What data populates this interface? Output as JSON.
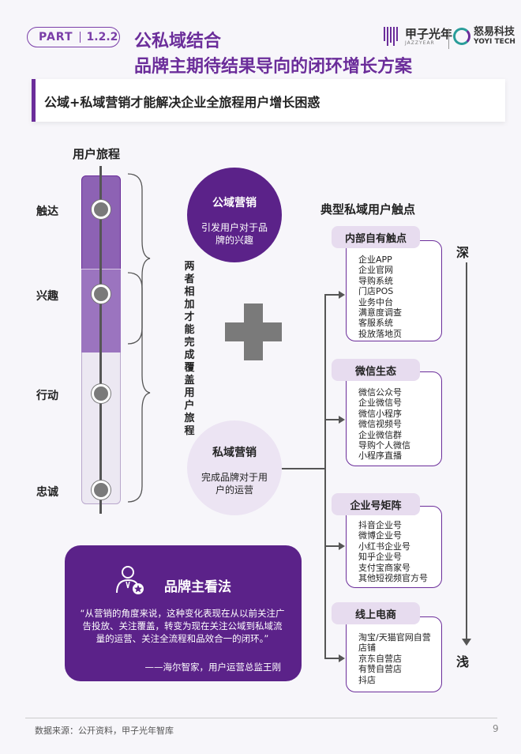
{
  "header": {
    "part": "PART",
    "section": "1.2.2",
    "title_line1": "公私域结合",
    "title_line2": "品牌主期待结果导向的闭环增长方案",
    "logo1_name": "甲子光年",
    "logo1_sub": "JAZZYEAR",
    "logo2_name": "怒易科技",
    "logo2_sub": "YOYI TECH"
  },
  "subtitle": "公域+私域营销才能解决企业全旅程用户增长困惑",
  "journey": {
    "title": "用户旅程",
    "stages": [
      "触达",
      "兴趣",
      "行动",
      "忠诚"
    ],
    "vertical_note": "两者相加才能完成覆盖用户旅程"
  },
  "public": {
    "title": "公域营销",
    "desc": "引发用户对于品牌的兴趣"
  },
  "private": {
    "title": "私域营销",
    "desc": "完成品牌对于用户的运营"
  },
  "opinion": {
    "title": "品牌主看法",
    "quote": "“从营销的角度来说，这种变化表现在从以前关注广告投放、关注覆盖，转变为现在关注公域到私域流量的运营、关注全流程和品效合一的闭环。”",
    "source": "——海尔智家，用户运营总监王刚"
  },
  "touchpoints": {
    "title": "典型私域用户触点",
    "groups": [
      {
        "label": "内部自有触点",
        "items": [
          "企业APP",
          "企业官网",
          "导购系统",
          "门店POS",
          "业务中台",
          "满意度调查",
          "客服系统",
          "投放落地页"
        ]
      },
      {
        "label": "微信生态",
        "items": [
          "微信公众号",
          "企业微信号",
          "微信小程序",
          "微信视频号",
          "企业微信群",
          "导购个人微信",
          "小程序直播"
        ]
      },
      {
        "label": "企业号矩阵",
        "items": [
          "抖音企业号",
          "微博企业号",
          "小红书企业号",
          "知乎企业号",
          "支付宝商家号",
          "其他短视频官方号"
        ]
      },
      {
        "label": "线上电商",
        "items": [
          "淘宝/天猫官网自营",
          "店铺",
          "京东自营店",
          "有赞自营店",
          "抖店"
        ]
      }
    ],
    "deep_label": "深",
    "shallow_label": "浅"
  },
  "footer": {
    "source": "数据来源：公开资料，甲子光年智库",
    "page": "9"
  },
  "colors": {
    "primary": "#6b2d9a",
    "dark_purple": "#5b2289",
    "light_purple": "#e7dcef"
  }
}
